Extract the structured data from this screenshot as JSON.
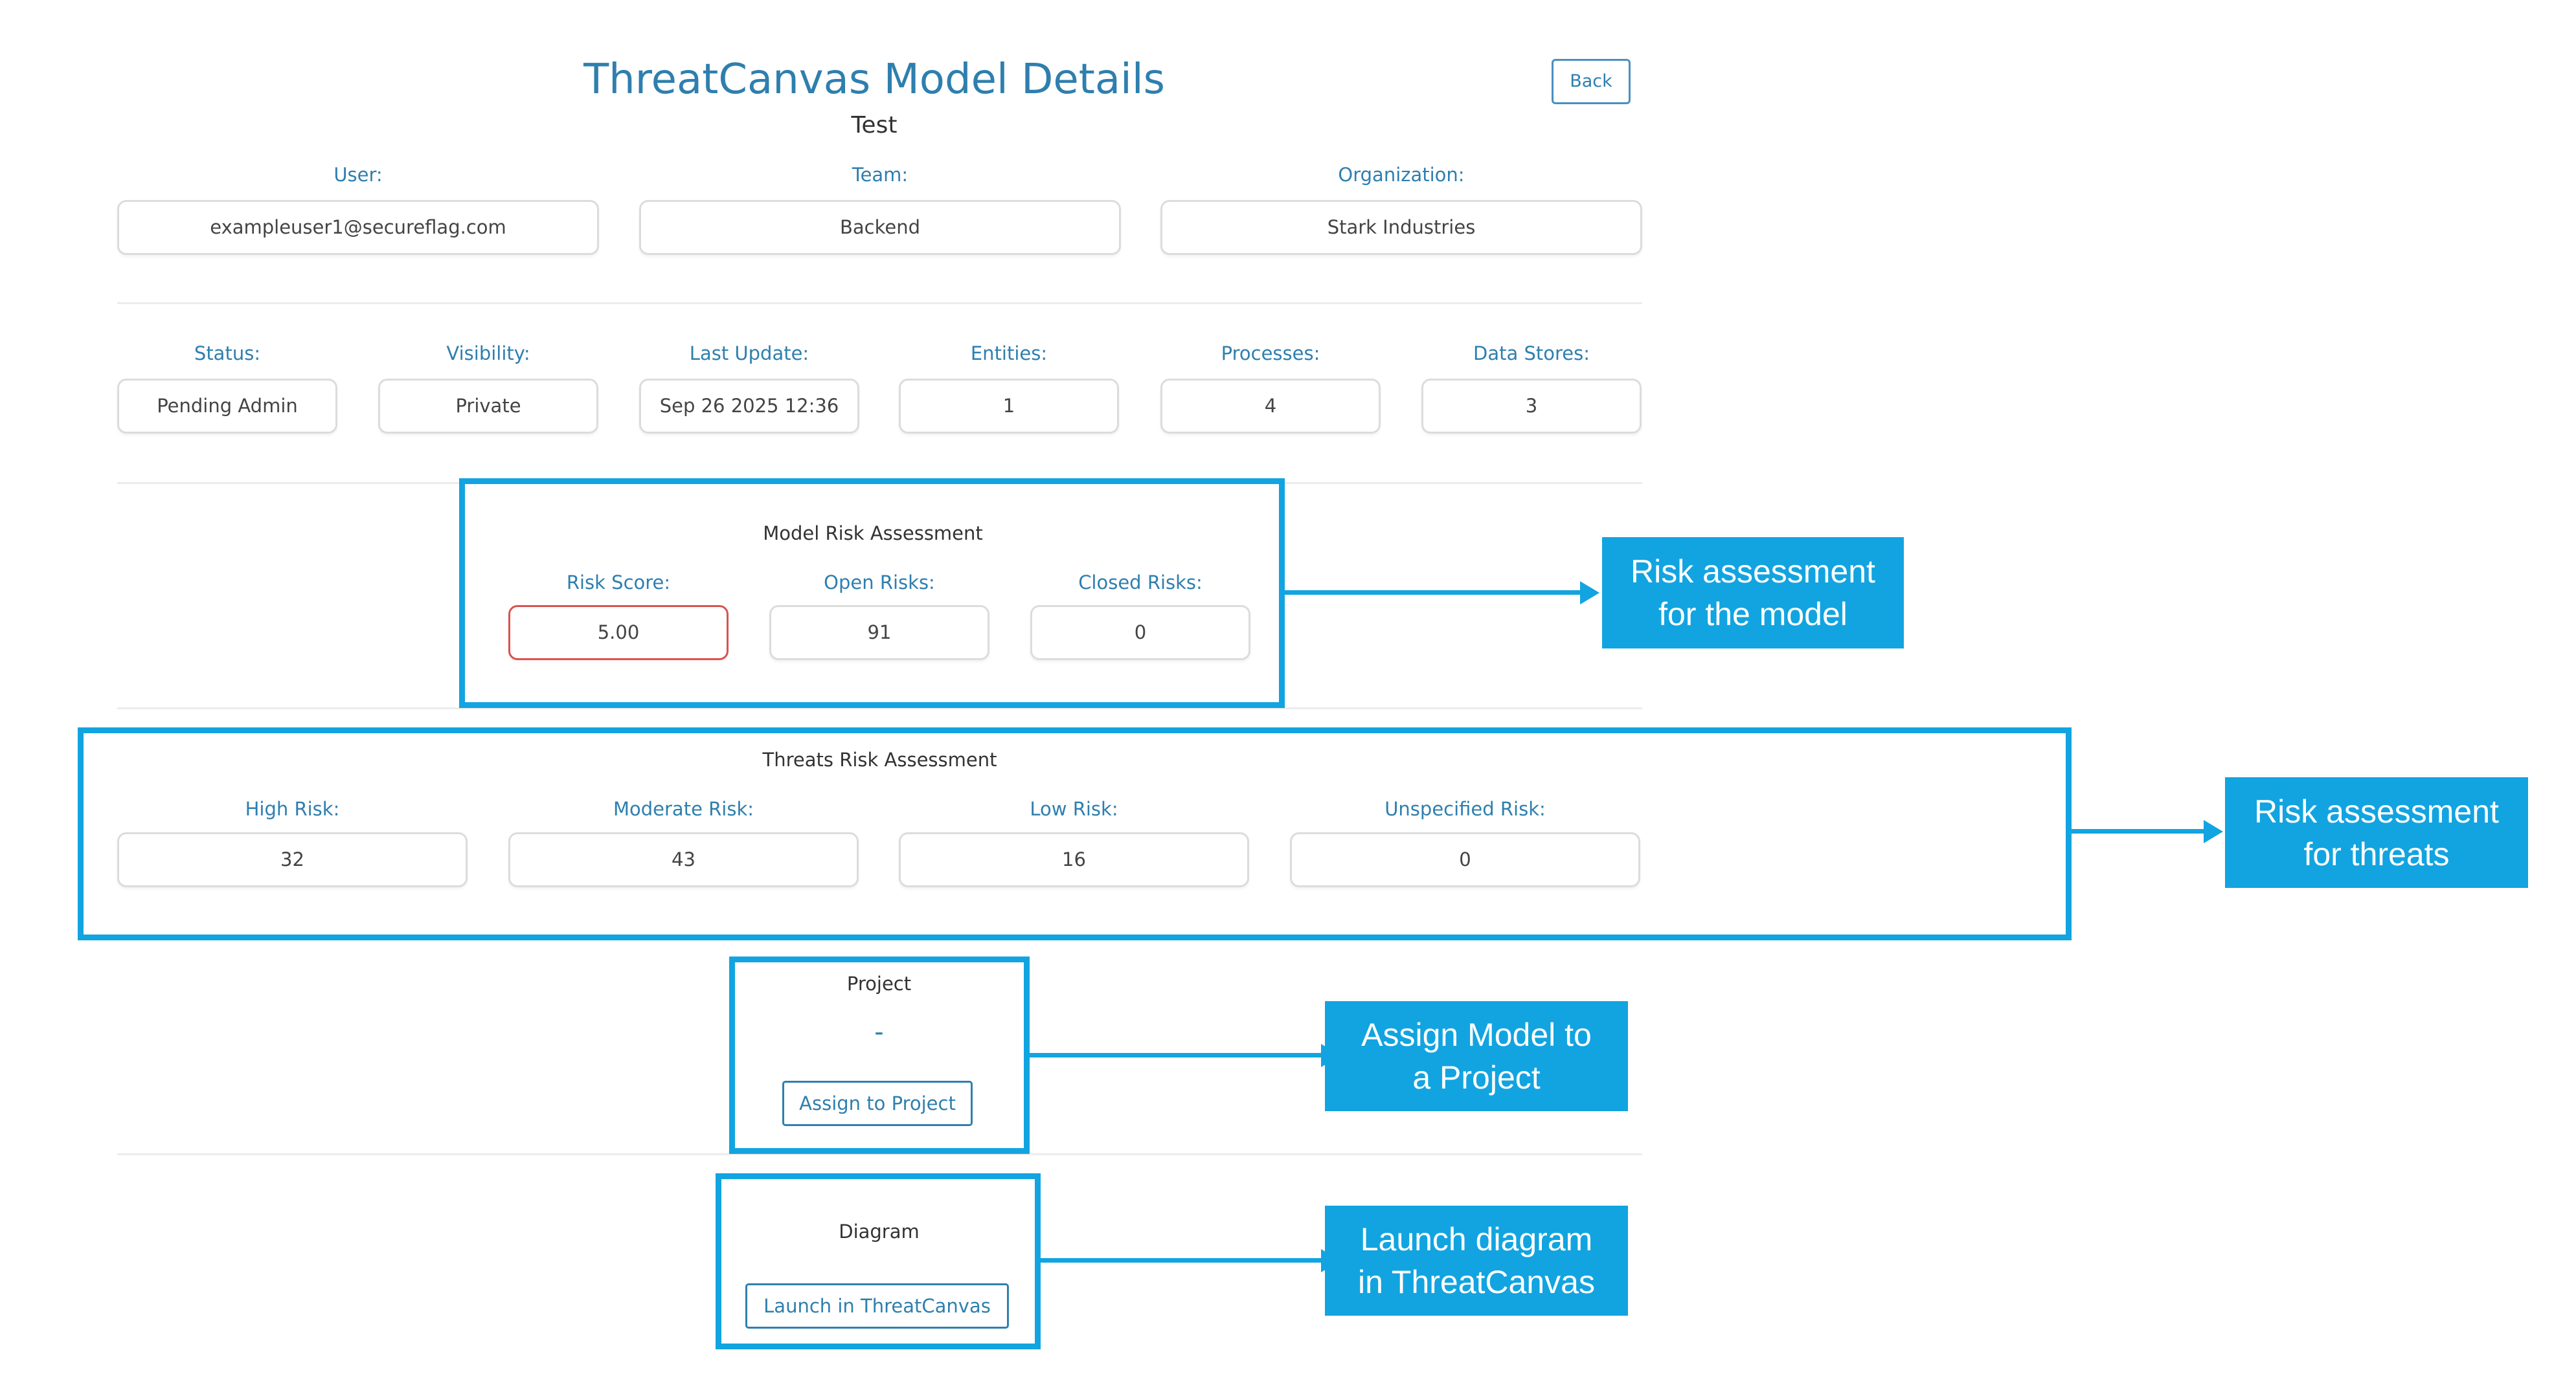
{
  "header": {
    "title": "ThreatCanvas Model Details",
    "subtitle": "Test",
    "back_label": "Back"
  },
  "owner": {
    "user_label": "User:",
    "user_value": "exampleuser1@secureflag.com",
    "team_label": "Team:",
    "team_value": "Backend",
    "org_label": "Organization:",
    "org_value": "Stark Industries"
  },
  "meta": {
    "status_label": "Status:",
    "status_value": "Pending Admin",
    "visibility_label": "Visibility:",
    "visibility_value": "Private",
    "last_update_label": "Last Update:",
    "last_update_value": "Sep 26 2025 12:36",
    "entities_label": "Entities:",
    "entities_value": "1",
    "processes_label": "Processes:",
    "processes_value": "4",
    "datastores_label": "Data Stores:",
    "datastores_value": "3"
  },
  "model_risk": {
    "title": "Model Risk Assessment",
    "risk_score_label": "Risk Score:",
    "risk_score_value": "5.00",
    "open_risks_label": "Open Risks:",
    "open_risks_value": "91",
    "closed_risks_label": "Closed Risks:",
    "closed_risks_value": "0"
  },
  "threats_risk": {
    "title": "Threats Risk Assessment",
    "high_label": "High Risk:",
    "high_value": "32",
    "moderate_label": "Moderate Risk:",
    "moderate_value": "43",
    "low_label": "Low Risk:",
    "low_value": "16",
    "unspecified_label": "Unspecified Risk:",
    "unspecified_value": "0"
  },
  "project": {
    "title": "Project",
    "value": "-",
    "assign_label": "Assign to Project"
  },
  "diagram": {
    "title": "Diagram",
    "launch_label": "Launch in ThreatCanvas"
  },
  "callouts": {
    "model_risk_line1": "Risk assessment",
    "model_risk_line2": "for the model",
    "threats_risk_line1": "Risk assessment",
    "threats_risk_line2": "for threats",
    "project_line1": "Assign Model to",
    "project_line2": "a Project",
    "diagram_line1": "Launch diagram",
    "diagram_line2": "in ThreatCanvas"
  },
  "colors": {
    "accent": "#2e7fae",
    "highlight": "#12a4e0",
    "risk_border": "#d9534f"
  }
}
